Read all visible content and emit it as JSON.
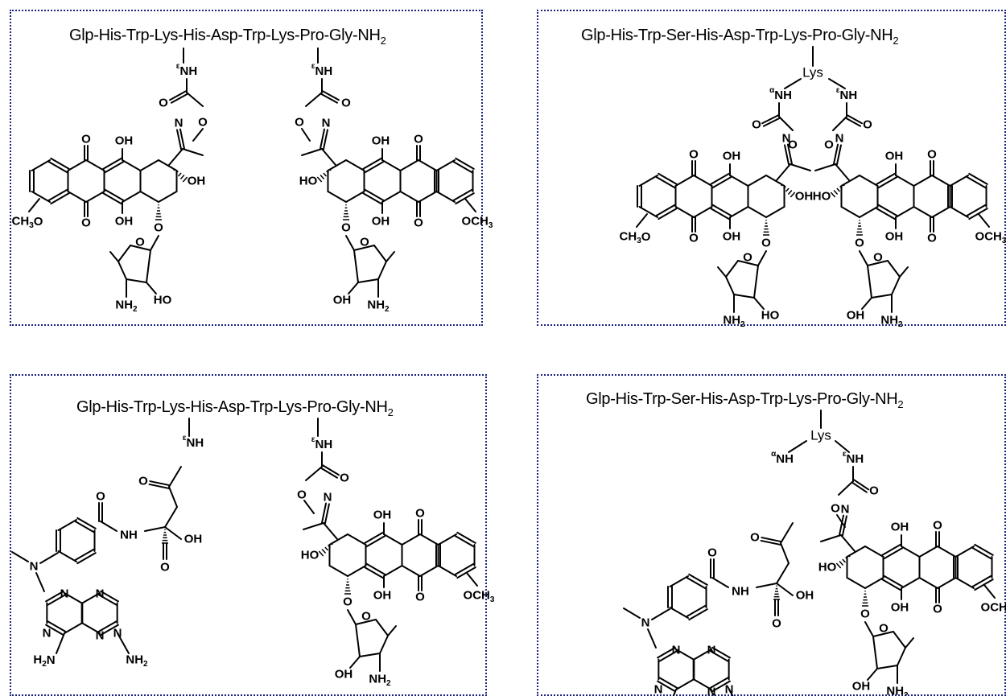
{
  "panels": [
    {
      "sequence": "Glp-His-Trp-Lys-His-Asp-Trp-Lys-Pro-Gly-NH",
      "terminal_subscript": "2",
      "left_label": "εNH",
      "right_label": "εNH",
      "left_drug": "daunorubicin",
      "right_drug": "daunorubicin"
    },
    {
      "sequence": "Glp-His-Trp-Ser-His-Asp-Trp-Lys-Pro-Gly-NH",
      "terminal_subscript": "2",
      "branch_label": "Lys",
      "left_label": "αNH",
      "right_label": "εNH",
      "left_drug": "daunorubicin",
      "right_drug": "daunorubicin"
    },
    {
      "sequence": "Glp-His-Trp-Lys-His-Asp-Trp-Lys-Pro-Gly-NH",
      "terminal_subscript": "2",
      "left_label": "εNH",
      "right_label": "εNH",
      "left_drug": "methotrexate",
      "right_drug": "daunorubicin"
    },
    {
      "sequence": "Glp-His-Trp-Ser-His-Asp-Trp-Lys-Pro-Gly-NH",
      "terminal_subscript": "2",
      "branch_label": "Lys",
      "left_label": "αNH",
      "right_label": "εNH",
      "left_drug": "methotrexate",
      "right_drug": "daunorubicin"
    }
  ],
  "atom_labels": {
    "O": "O",
    "N": "N",
    "OH": "OH",
    "HO": "HO",
    "NH": "NH",
    "NH2": "NH",
    "H2N": "H",
    "H": "H",
    "CH3O": "CH",
    "OCH3": "OCH",
    "sub2": "2",
    "sub3": "3"
  },
  "colors": {
    "border": "#1a237e",
    "ink": "#000000"
  }
}
